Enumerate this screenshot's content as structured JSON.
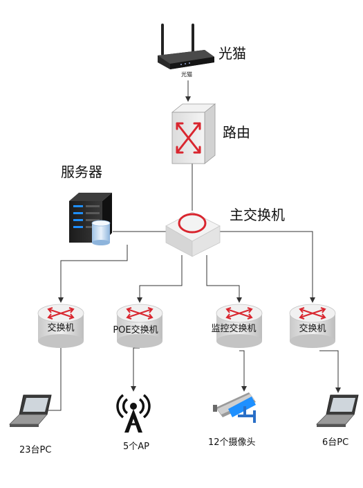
{
  "labels": {
    "modem": "光猫",
    "modem_small": "光猫",
    "router": "路由",
    "server": "服务器",
    "main_switch": "主交换机",
    "switch1": "交换机",
    "switch2": "POE交换机",
    "switch3": "监控交换机",
    "switch4": "交换机",
    "pc1": "23台PC",
    "ap": "5个AP",
    "camera": "12个摄像头",
    "pc2": "6台PC"
  },
  "icons": {
    "modem": "wifi-modem-icon",
    "router": "router-box-icon",
    "server": "server-rack-icon",
    "main_switch": "main-switch-icon",
    "switch": "switch-cylinder-icon",
    "laptop": "laptop-icon",
    "ap": "wireless-tower-icon",
    "camera": "cctv-camera-icon"
  },
  "colors": {
    "accent_red": "#d9262f",
    "camera_blue": "#1e90ff",
    "line": "#333333"
  }
}
